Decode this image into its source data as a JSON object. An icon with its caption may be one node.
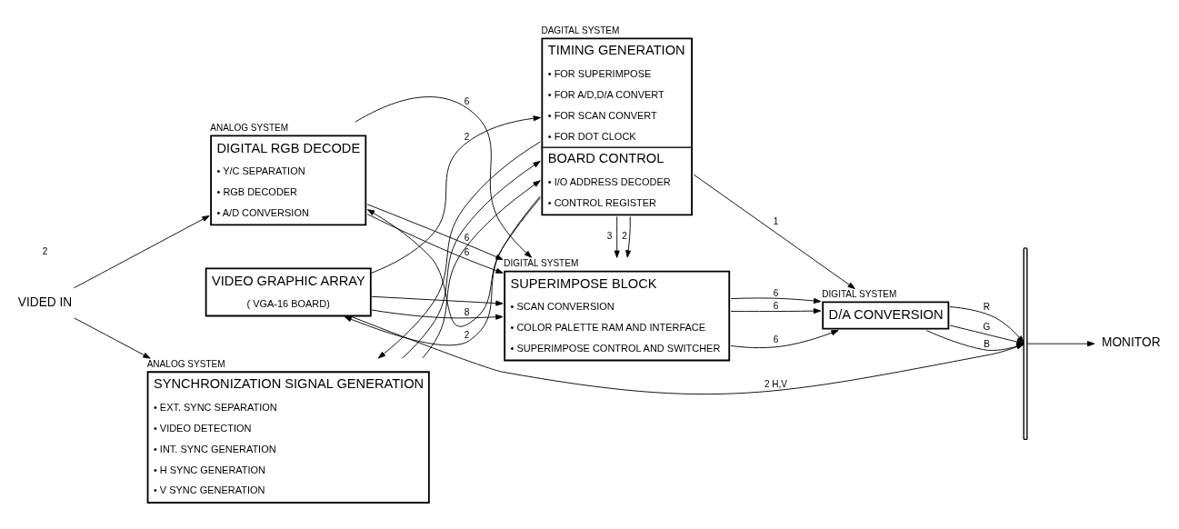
{
  "diagram": {
    "nodes": [
      {
        "text": [
          "VIDED IN"
        ]
      },
      {
        "text": [
          "ANALOG SYSTEM",
          "DIGITAL RGB DECODE",
          "• Y/C SEPARATION",
          "• RGB DECODER",
          "• A/D CONVERSION"
        ]
      },
      {
        "text": [
          "DIGITAL SYSTEM",
          "SUPERIMPOSE BLOCK",
          "• SCAN CONVERSION",
          "• COLOR PALETTE RAM AND INTERFACE",
          "• SUPERIMPOSE CONTROL AND SWITCHER"
        ]
      },
      {
        "text": [
          "DIGITAL SYSTEM",
          "D/A CONVERSION"
        ]
      },
      {
        "text": [
          "VIDEO GRAPHIC ARRAY",
          "( VGA-16 BOARD)"
        ]
      },
      {
        "text": [
          "ANALOG SYSTEM",
          "SYNCHRONIZATION SIGNAL GENERATION",
          "• EXT. SYNC SEPARATION",
          "• VIDEO DETECTION",
          "• INT. SYNC GENERATION",
          "• H SYNC GENERATION",
          "• V SYNC GENERATION"
        ]
      },
      {
        "text": [
          "DAGITAL SYSTEM",
          "TIMING GENERATION",
          "• FOR SUPERIMPOSE",
          "• FOR A/D,D/A CONVERT",
          "• FOR SCAN CONVERT",
          "• FOR DOT CLOCK",
          "BOARD CONTROL",
          "• I/O ADDRESS DECODER",
          "• CONTROL REGISTER"
        ]
      },
      {
        "text": [],
        "shape": "brace"
      },
      {
        "text": [
          "MONITOR"
        ]
      }
    ],
    "edges": [
      {
        "from": 0,
        "to": 1,
        "arrow": "to"
      },
      {
        "from": 0,
        "to": 5,
        "arrow": "to"
      },
      {
        "from": 1,
        "to": 2,
        "arrow": "to",
        "label": "6"
      },
      {
        "from": 1,
        "to": 2,
        "arrow": "to",
        "label": "6"
      },
      {
        "from": 1,
        "to": 2,
        "arrow": "to",
        "label": "6"
      },
      {
        "from": 2,
        "to": 3,
        "arrow": "to",
        "label": "6"
      },
      {
        "from": 2,
        "to": 3,
        "arrow": "to",
        "label": "6"
      },
      {
        "from": 2,
        "to": 3,
        "arrow": "to",
        "label": "6"
      },
      {
        "from": 3,
        "to": 7,
        "arrow": "to",
        "label": "R"
      },
      {
        "from": 3,
        "to": 7,
        "arrow": "to",
        "label": "G"
      },
      {
        "from": 3,
        "to": 7,
        "arrow": "to",
        "label": "B"
      },
      {
        "from": 4,
        "to": 2,
        "arrow": "to",
        "label": "8"
      },
      {
        "from": 4,
        "to": 2,
        "arrow": "to"
      },
      {
        "from": 4,
        "to": 7,
        "arrow": "to",
        "label": "2 H,V"
      },
      {
        "from": 4,
        "to": 6,
        "arrow": "to",
        "label": "2"
      },
      {
        "from": 6,
        "to": 4,
        "arrow": "to",
        "label": "2"
      },
      {
        "from": 6,
        "to": 1,
        "arrow": "to"
      },
      {
        "from": 6,
        "to": 2,
        "arrow": "to",
        "label": "3"
      },
      {
        "from": 6,
        "to": 3,
        "arrow": "to",
        "label": "1"
      },
      {
        "from": 6,
        "to": 2,
        "arrow": "to",
        "label": "2"
      },
      {
        "from": 5,
        "to": 6,
        "arrow": "to"
      },
      {
        "from": 5,
        "to": 6,
        "arrow": "to"
      },
      {
        "from": 6,
        "to": 5,
        "arrow": "to"
      },
      {
        "from": 7,
        "to": 8,
        "arrow": "to"
      }
    ],
    "labels": [
      "2"
    ]
  }
}
